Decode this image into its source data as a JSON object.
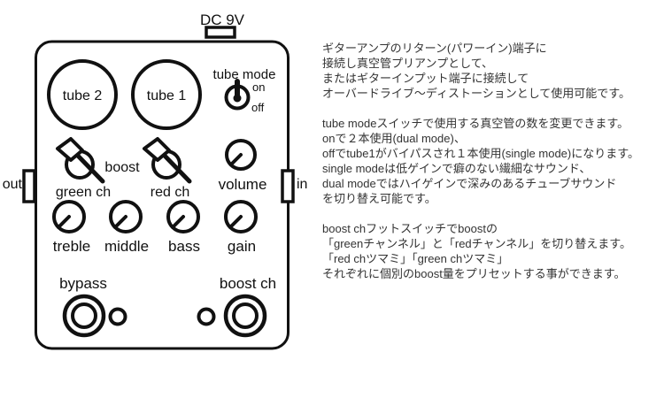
{
  "pedal": {
    "power_label": "DC 9V",
    "tubes": [
      {
        "label": "tube 2"
      },
      {
        "label": "tube 1"
      }
    ],
    "tube_mode": {
      "label": "tube mode",
      "on": "on",
      "off": "off"
    },
    "knobs": {
      "green_ch": "green ch",
      "red_ch": "red ch",
      "boost": "boost",
      "volume": "volume",
      "treble": "treble",
      "middle": "middle",
      "bass": "bass",
      "gain": "gain"
    },
    "footswitches": {
      "bypass": "bypass",
      "boost_ch": "boost ch"
    },
    "jacks": {
      "out": "out",
      "in": "in"
    },
    "line_color": "#111111",
    "background": "#ffffff"
  },
  "description": {
    "para1": {
      "lines": [
        "ギターアンプのリターン(パワーイン)端子に",
        "接続し真空管プリアンプとして、",
        "またはギターインプット端子に接続して",
        "オーバードライブ～ディストーションとして使用可能です。"
      ]
    },
    "para2": {
      "lines": [
        "tube modeスイッチで使用する真空管の数を変更できます。",
        "onで２本使用(dual mode)、",
        "offでtube1がバイパスされ１本使用(single mode)になります。",
        "single modeは低ゲインで癖のない繊細なサウンド、",
        "dual modeではハイゲインで深みのあるチューブサウンド",
        "を切り替え可能です。"
      ]
    },
    "para3": {
      "lines": [
        "boost chフットスイッチでboostの",
        "「greenチャンネル」と「redチャンネル」を切り替えます。",
        "「red chツマミ」「green chツマミ」",
        "それぞれに個別のboost量をプリセットする事ができます。"
      ]
    }
  }
}
